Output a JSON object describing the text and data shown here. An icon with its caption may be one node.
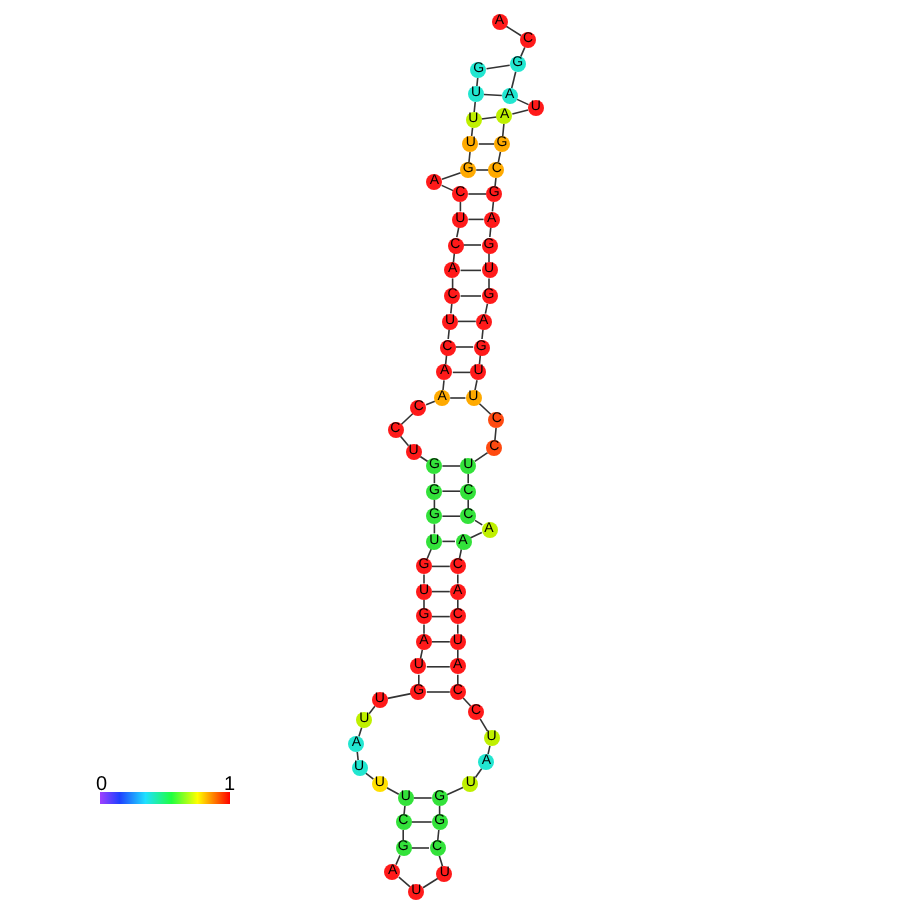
{
  "diagram": {
    "nodes": [
      {
        "text": [
          "A"
        ]
      },
      {
        "text": [
          "C"
        ]
      },
      {
        "text": [
          "G"
        ]
      },
      {
        "text": [
          "A"
        ]
      },
      {
        "text": [
          "U"
        ]
      },
      {
        "text": [
          "A"
        ]
      },
      {
        "text": [
          "G"
        ]
      },
      {
        "text": [
          "C"
        ]
      },
      {
        "text": [
          "G"
        ]
      },
      {
        "text": [
          "A"
        ]
      },
      {
        "text": [
          "G"
        ]
      },
      {
        "text": [
          "U"
        ]
      },
      {
        "text": [
          "G"
        ]
      },
      {
        "text": [
          "A"
        ]
      },
      {
        "text": [
          "G"
        ]
      },
      {
        "text": [
          "U"
        ]
      },
      {
        "text": [
          "U"
        ]
      },
      {
        "text": [
          "C"
        ]
      },
      {
        "text": [
          "C"
        ]
      },
      {
        "text": [
          "U"
        ]
      },
      {
        "text": [
          "C"
        ]
      },
      {
        "text": [
          "C"
        ]
      },
      {
        "text": [
          "A"
        ]
      },
      {
        "text": [
          "A"
        ]
      },
      {
        "text": [
          "C"
        ]
      },
      {
        "text": [
          "A"
        ]
      },
      {
        "text": [
          "C"
        ]
      },
      {
        "text": [
          "U"
        ]
      },
      {
        "text": [
          "A"
        ]
      },
      {
        "text": [
          "C"
        ]
      },
      {
        "text": [
          "C"
        ]
      },
      {
        "text": [
          "U"
        ]
      },
      {
        "text": [
          "A"
        ]
      },
      {
        "text": [
          "U"
        ]
      },
      {
        "text": [
          "G"
        ]
      },
      {
        "text": [
          "G"
        ]
      },
      {
        "text": [
          "C"
        ]
      },
      {
        "text": [
          "U"
        ]
      },
      {
        "text": [
          "U"
        ]
      },
      {
        "text": [
          "A"
        ]
      },
      {
        "text": [
          "G"
        ]
      },
      {
        "text": [
          "C"
        ]
      },
      {
        "text": [
          "U"
        ]
      },
      {
        "text": [
          "U"
        ]
      },
      {
        "text": [
          "U"
        ]
      },
      {
        "text": [
          "A"
        ]
      },
      {
        "text": [
          "U"
        ]
      },
      {
        "text": [
          "U"
        ]
      },
      {
        "text": [
          "G"
        ]
      },
      {
        "text": [
          "U"
        ]
      },
      {
        "text": [
          "A"
        ]
      },
      {
        "text": [
          "G"
        ]
      },
      {
        "text": [
          "U"
        ]
      },
      {
        "text": [
          "G"
        ]
      },
      {
        "text": [
          "U"
        ]
      },
      {
        "text": [
          "G"
        ]
      },
      {
        "text": [
          "G"
        ]
      },
      {
        "text": [
          "G"
        ]
      },
      {
        "text": [
          "U"
        ]
      },
      {
        "text": [
          "C"
        ]
      },
      {
        "text": [
          "C"
        ]
      },
      {
        "text": [
          "A"
        ]
      },
      {
        "text": [
          "A"
        ]
      },
      {
        "text": [
          "C"
        ]
      },
      {
        "text": [
          "U"
        ]
      },
      {
        "text": [
          "C"
        ]
      },
      {
        "text": [
          "A"
        ]
      },
      {
        "text": [
          "C"
        ]
      },
      {
        "text": [
          "U"
        ]
      },
      {
        "text": [
          "C"
        ]
      },
      {
        "text": [
          "A"
        ]
      },
      {
        "text": [
          "G"
        ]
      },
      {
        "text": [
          "U"
        ]
      },
      {
        "text": [
          "U"
        ]
      },
      {
        "text": [
          "U"
        ]
      },
      {
        "text": [
          "G"
        ]
      }
    ],
    "edges": [
      {
        "from": 0,
        "to": 1,
        "arrow": "none"
      },
      {
        "from": 1,
        "to": 2,
        "arrow": "none"
      },
      {
        "from": 2,
        "to": 3,
        "arrow": "none"
      },
      {
        "from": 3,
        "to": 4,
        "arrow": "none"
      },
      {
        "from": 4,
        "to": 5,
        "arrow": "none"
      },
      {
        "from": 5,
        "to": 6,
        "arrow": "none"
      },
      {
        "from": 6,
        "to": 7,
        "arrow": "none"
      },
      {
        "from": 7,
        "to": 8,
        "arrow": "none"
      },
      {
        "from": 8,
        "to": 9,
        "arrow": "none"
      },
      {
        "from": 9,
        "to": 10,
        "arrow": "none"
      },
      {
        "from": 10,
        "to": 11,
        "arrow": "none"
      },
      {
        "from": 11,
        "to": 12,
        "arrow": "none"
      },
      {
        "from": 12,
        "to": 13,
        "arrow": "none"
      },
      {
        "from": 13,
        "to": 14,
        "arrow": "none"
      },
      {
        "from": 14,
        "to": 15,
        "arrow": "none"
      },
      {
        "from": 15,
        "to": 16,
        "arrow": "none"
      },
      {
        "from": 16,
        "to": 17,
        "arrow": "none"
      },
      {
        "from": 17,
        "to": 18,
        "arrow": "none"
      },
      {
        "from": 18,
        "to": 19,
        "arrow": "none"
      },
      {
        "from": 19,
        "to": 20,
        "arrow": "none"
      },
      {
        "from": 20,
        "to": 21,
        "arrow": "none"
      },
      {
        "from": 21,
        "to": 22,
        "arrow": "none"
      },
      {
        "from": 22,
        "to": 23,
        "arrow": "none"
      },
      {
        "from": 23,
        "to": 24,
        "arrow": "none"
      },
      {
        "from": 24,
        "to": 25,
        "arrow": "none"
      },
      {
        "from": 25,
        "to": 26,
        "arrow": "none"
      },
      {
        "from": 26,
        "to": 27,
        "arrow": "none"
      },
      {
        "from": 27,
        "to": 28,
        "arrow": "none"
      },
      {
        "from": 28,
        "to": 29,
        "arrow": "none"
      },
      {
        "from": 29,
        "to": 30,
        "arrow": "none"
      },
      {
        "from": 30,
        "to": 31,
        "arrow": "none"
      },
      {
        "from": 31,
        "to": 32,
        "arrow": "none"
      },
      {
        "from": 32,
        "to": 33,
        "arrow": "none"
      },
      {
        "from": 33,
        "to": 34,
        "arrow": "none"
      },
      {
        "from": 34,
        "to": 35,
        "arrow": "none"
      },
      {
        "from": 35,
        "to": 36,
        "arrow": "none"
      },
      {
        "from": 36,
        "to": 37,
        "arrow": "none"
      },
      {
        "from": 37,
        "to": 38,
        "arrow": "none"
      },
      {
        "from": 38,
        "to": 39,
        "arrow": "none"
      },
      {
        "from": 39,
        "to": 40,
        "arrow": "none"
      },
      {
        "from": 40,
        "to": 41,
        "arrow": "none"
      },
      {
        "from": 41,
        "to": 42,
        "arrow": "none"
      },
      {
        "from": 42,
        "to": 43,
        "arrow": "none"
      },
      {
        "from": 43,
        "to": 44,
        "arrow": "none"
      },
      {
        "from": 44,
        "to": 45,
        "arrow": "none"
      },
      {
        "from": 45,
        "to": 46,
        "arrow": "none"
      },
      {
        "from": 46,
        "to": 47,
        "arrow": "none"
      },
      {
        "from": 47,
        "to": 48,
        "arrow": "none"
      },
      {
        "from": 48,
        "to": 49,
        "arrow": "none"
      },
      {
        "from": 49,
        "to": 50,
        "arrow": "none"
      },
      {
        "from": 50,
        "to": 51,
        "arrow": "none"
      },
      {
        "from": 51,
        "to": 52,
        "arrow": "none"
      },
      {
        "from": 52,
        "to": 53,
        "arrow": "none"
      },
      {
        "from": 53,
        "to": 54,
        "arrow": "none"
      },
      {
        "from": 54,
        "to": 55,
        "arrow": "none"
      },
      {
        "from": 55,
        "to": 56,
        "arrow": "none"
      },
      {
        "from": 56,
        "to": 57,
        "arrow": "none"
      },
      {
        "from": 57,
        "to": 58,
        "arrow": "none"
      },
      {
        "from": 58,
        "to": 59,
        "arrow": "none"
      },
      {
        "from": 59,
        "to": 60,
        "arrow": "none"
      },
      {
        "from": 60,
        "to": 61,
        "arrow": "none"
      },
      {
        "from": 61,
        "to": 62,
        "arrow": "none"
      },
      {
        "from": 62,
        "to": 63,
        "arrow": "none"
      },
      {
        "from": 63,
        "to": 64,
        "arrow": "none"
      },
      {
        "from": 64,
        "to": 65,
        "arrow": "none"
      },
      {
        "from": 65,
        "to": 66,
        "arrow": "none"
      },
      {
        "from": 66,
        "to": 67,
        "arrow": "none"
      },
      {
        "from": 67,
        "to": 68,
        "arrow": "none"
      },
      {
        "from": 68,
        "to": 69,
        "arrow": "none"
      },
      {
        "from": 69,
        "to": 70,
        "arrow": "none"
      },
      {
        "from": 70,
        "to": 71,
        "arrow": "none"
      },
      {
        "from": 71,
        "to": 72,
        "arrow": "none"
      },
      {
        "from": 72,
        "to": 73,
        "arrow": "none"
      },
      {
        "from": 73,
        "to": 74,
        "arrow": "none"
      },
      {
        "from": 74,
        "to": 75,
        "arrow": "none"
      },
      {
        "from": 2,
        "to": 75,
        "arrow": "none"
      },
      {
        "from": 3,
        "to": 74,
        "arrow": "none"
      },
      {
        "from": 5,
        "to": 73,
        "arrow": "none"
      },
      {
        "from": 6,
        "to": 72,
        "arrow": "none"
      },
      {
        "from": 7,
        "to": 71,
        "arrow": "none"
      },
      {
        "from": 8,
        "to": 69,
        "arrow": "none"
      },
      {
        "from": 9,
        "to": 68,
        "arrow": "none"
      },
      {
        "from": 10,
        "to": 67,
        "arrow": "none"
      },
      {
        "from": 11,
        "to": 66,
        "arrow": "none"
      },
      {
        "from": 12,
        "to": 65,
        "arrow": "none"
      },
      {
        "from": 13,
        "to": 64,
        "arrow": "none"
      },
      {
        "from": 14,
        "to": 63,
        "arrow": "none"
      },
      {
        "from": 15,
        "to": 62,
        "arrow": "none"
      },
      {
        "from": 16,
        "to": 61,
        "arrow": "none"
      },
      {
        "from": 19,
        "to": 57,
        "arrow": "none"
      },
      {
        "from": 20,
        "to": 56,
        "arrow": "none"
      },
      {
        "from": 21,
        "to": 55,
        "arrow": "none"
      },
      {
        "from": 23,
        "to": 54,
        "arrow": "none"
      },
      {
        "from": 24,
        "to": 53,
        "arrow": "none"
      },
      {
        "from": 25,
        "to": 52,
        "arrow": "none"
      },
      {
        "from": 26,
        "to": 51,
        "arrow": "none"
      },
      {
        "from": 27,
        "to": 50,
        "arrow": "none"
      },
      {
        "from": 28,
        "to": 49,
        "arrow": "none"
      },
      {
        "from": 29,
        "to": 48,
        "arrow": "none"
      },
      {
        "from": 34,
        "to": 42,
        "arrow": "none"
      },
      {
        "from": 35,
        "to": 41,
        "arrow": "none"
      },
      {
        "from": 36,
        "to": 40,
        "arrow": "none"
      }
    ],
    "labels": [
      "0",
      "1"
    ]
  }
}
